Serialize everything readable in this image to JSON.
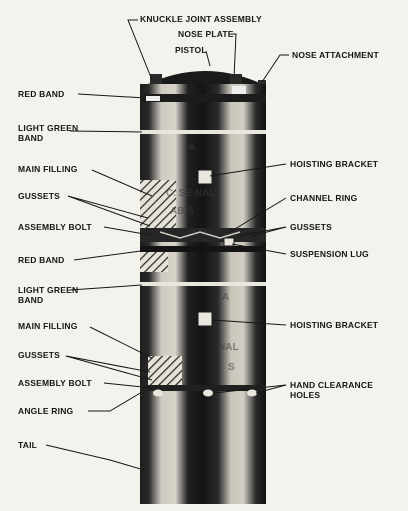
{
  "labels": {
    "knuckle_joint_assembly": "KNUCKLE JOINT ASSEMBLY",
    "nose_plate": "NOSE PLATE",
    "pistol": "PISTOL",
    "nose_attachment": "NOSE ATTACHMENT",
    "red_band_1": "RED BAND",
    "light_green_band_1_line1": "LIGHT GREEN",
    "light_green_band_1_line2": "BAND",
    "main_filling_1": "MAIN FILLING",
    "gussets_1": "GUSSETS",
    "assembly_bolt_1": "ASSEMBLY BOLT",
    "red_band_2": "RED BAND",
    "light_green_band_2_line1": "LIGHT GREEN",
    "light_green_band_2_line2": "BAND",
    "main_filling_2": "MAIN FILLING",
    "gussets_2": "GUSSETS",
    "assembly_bolt_2": "ASSEMBLY BOLT",
    "angle_ring": "ANGLE RING",
    "tail": "TAIL",
    "hoisting_bracket_1": "HOISTING BRACKET",
    "channel_ring": "CHANNEL RING",
    "gussets_right": "GUSSETS",
    "suspension_lug": "SUSPENSION LUG",
    "hoisting_bracket_2": "HOISTING BRACKET",
    "hand_clearance_holes_line1": "HAND CLEARANCE",
    "hand_clearance_holes_line2": "HOLES"
  },
  "stencil": {
    "upper": [
      "A",
      "C. SE  NAL",
      "AB    S"
    ],
    "lower": [
      "A",
      "NAL",
      "S"
    ]
  }
}
